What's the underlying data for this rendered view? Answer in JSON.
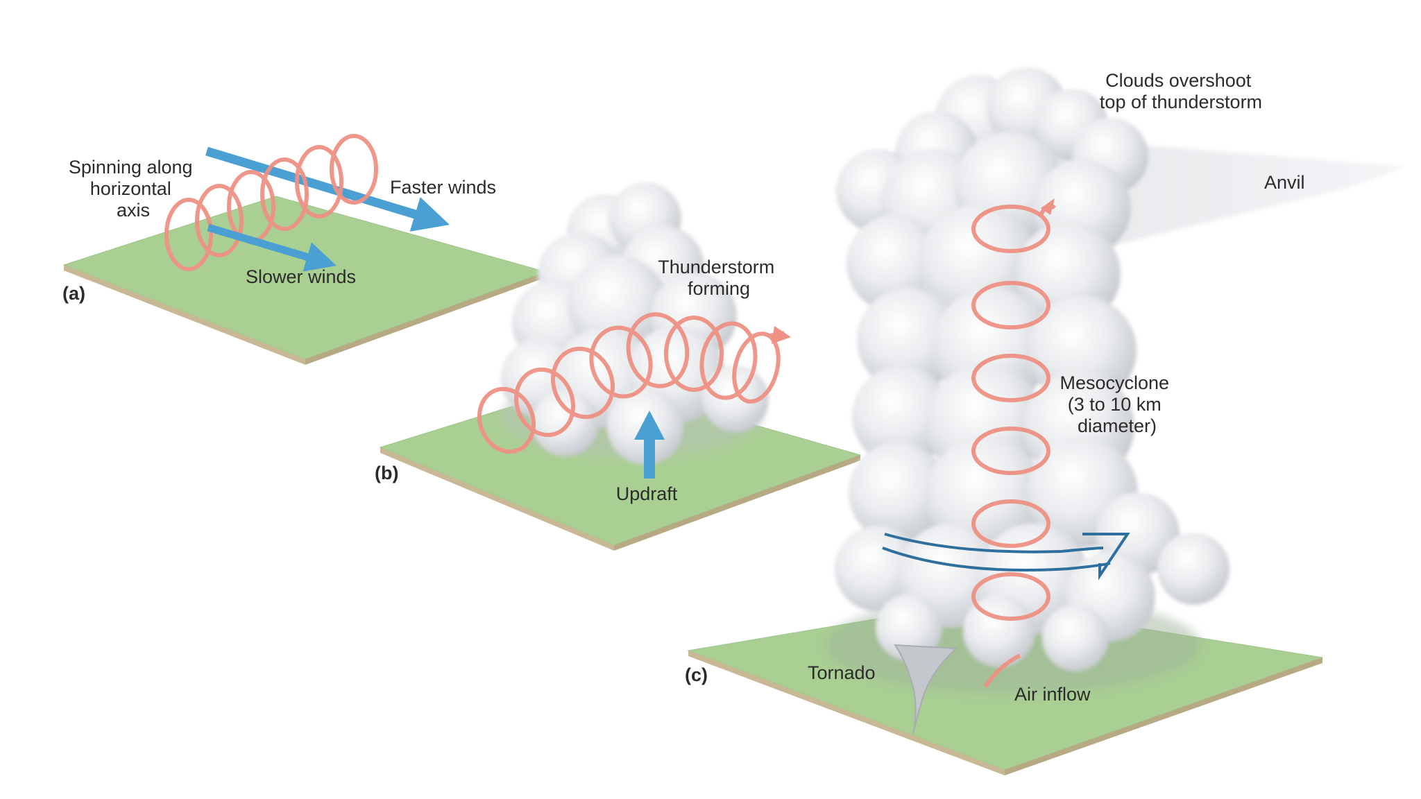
{
  "panels": {
    "a": {
      "label": "(a)",
      "spinning": [
        "Spinning along",
        "horizontal",
        "axis"
      ],
      "faster": "Faster winds",
      "slower": "Slower winds"
    },
    "b": {
      "label": "(b)",
      "storm": [
        "Thunderstorm",
        "forming"
      ],
      "updraft": "Updraft"
    },
    "c": {
      "label": "(c)",
      "overshoot": [
        "Clouds overshoot",
        "top of thunderstorm"
      ],
      "anvil": "Anvil",
      "mesocyclone": [
        "Mesocyclone",
        "(3 to 10 km",
        "diameter)"
      ],
      "tornado": "Tornado",
      "inflow": "Air inflow"
    }
  },
  "colors": {
    "ground": "#a9cf93",
    "ground_edge": "#c9b895",
    "spiral": "#ee9184",
    "wind_arrow": "#4a9fd3",
    "inflow_arrow": "#2e6f9e",
    "cloud": "#eef0f2"
  }
}
